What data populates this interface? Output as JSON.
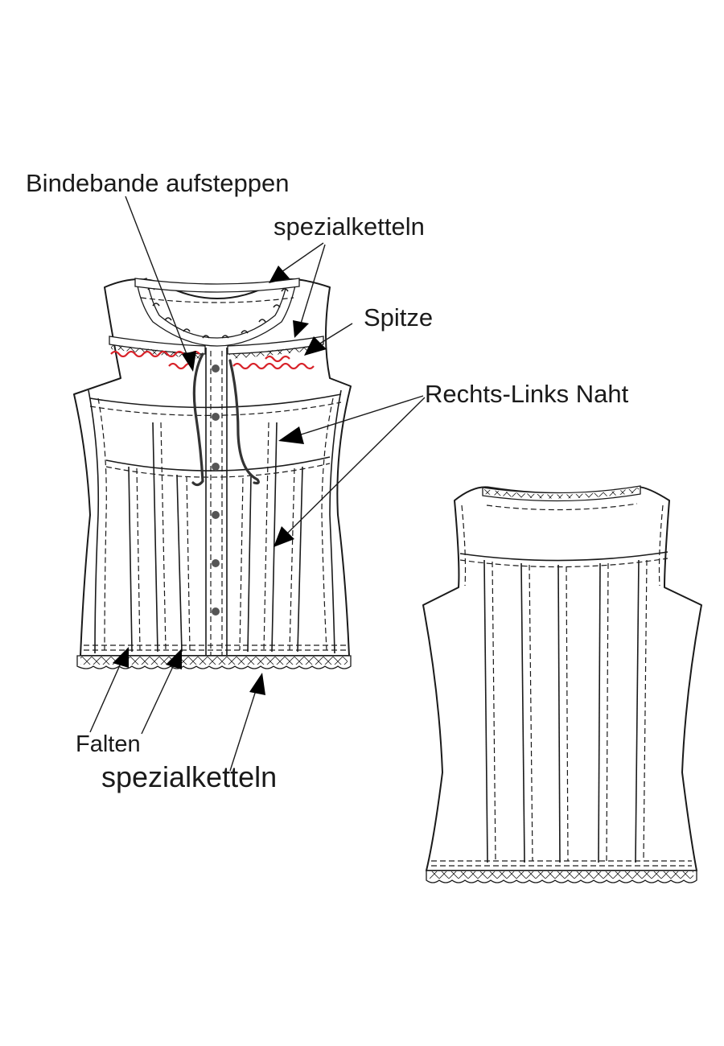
{
  "labels": {
    "tie_band": "Bindebande aufsteppen",
    "chain_stitch_top": "spezialketteln",
    "lace": "Spitze",
    "right_left_seam": "Rechts-Links Naht",
    "pleats": "Falten",
    "chain_stitch_bottom": "spezialketteln"
  },
  "colors": {
    "line": "#1a1a1a",
    "accent_lace": "#d8232a",
    "arrowhead": "#000000"
  }
}
